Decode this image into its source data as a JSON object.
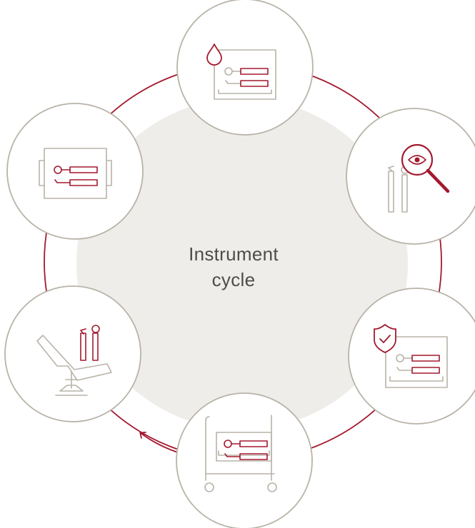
{
  "diagram": {
    "title_lines": [
      "Instrument",
      "cycle"
    ],
    "colors": {
      "accent": "#a3192e",
      "outline": "#b8b3a8",
      "center_fill": "#efedea",
      "node_fill": "#ffffff",
      "text": "#4d4d4d"
    },
    "nodes": [
      {
        "name": "cleaning-step",
        "icon": "drop-tray-icon"
      },
      {
        "name": "inspection-step",
        "icon": "magnifier-eye-instruments-icon"
      },
      {
        "name": "sterilization-step",
        "icon": "shield-check-tray-icon"
      },
      {
        "name": "storage-transport-step",
        "icon": "instrument-cart-icon"
      },
      {
        "name": "treatment-step",
        "icon": "dental-chair-icon"
      },
      {
        "name": "packaging-step",
        "icon": "sealed-package-icon"
      }
    ]
  }
}
